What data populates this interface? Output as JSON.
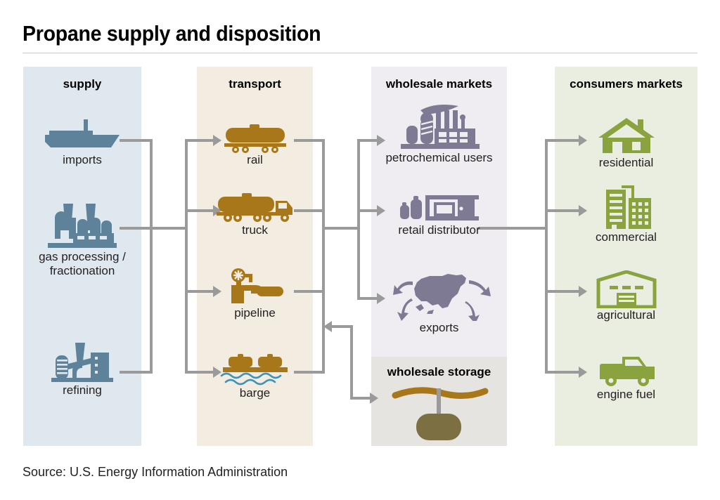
{
  "header": {
    "title": "Propane supply and disposition"
  },
  "footer": {
    "source": "Source: U.S. Energy Information Administration"
  },
  "colors": {
    "supply_panel": "#dfe8ef",
    "transport_panel": "#f2ede0",
    "wholesale_panel": "#efedf1",
    "consumer_panel": "#eaeee1",
    "storage_panel": "#e6e4e1",
    "supply_icon": "#5d8299",
    "transport_icon": "#a8771a",
    "wholesale_icon": "#7e7a93",
    "consumer_icon": "#8aa33f",
    "connector": "#9a9a9a",
    "water": "#3f93b5",
    "cavern": "#7c7042"
  },
  "columns": {
    "supply": {
      "header": "supply",
      "nodes": [
        {
          "label": "imports",
          "icon": "ship-icon"
        },
        {
          "label": "gas processing / fractionation",
          "icon": "gas-plant-icon"
        },
        {
          "label": "refining",
          "icon": "refinery-icon"
        }
      ]
    },
    "transport": {
      "header": "transport",
      "nodes": [
        {
          "label": "rail",
          "icon": "rail-tank-car-icon"
        },
        {
          "label": "truck",
          "icon": "tanker-truck-icon"
        },
        {
          "label": "pipeline",
          "icon": "pipeline-valve-icon"
        },
        {
          "label": "barge",
          "icon": "barge-icon"
        }
      ]
    },
    "wholesale": {
      "header": "wholesale markets",
      "nodes": [
        {
          "label": "petrochemical users",
          "icon": "petrochemical-plant-icon"
        },
        {
          "label": "retail distributor",
          "icon": "storefront-icon"
        },
        {
          "label": "exports",
          "icon": "us-map-exports-icon"
        }
      ]
    },
    "storage": {
      "header": "wholesale storage",
      "nodes": [
        {
          "label": "",
          "icon": "underground-cavern-icon"
        }
      ]
    },
    "consumer": {
      "header": "consumers markets",
      "nodes": [
        {
          "label": "residential",
          "icon": "house-icon"
        },
        {
          "label": "commercial",
          "icon": "office-buildings-icon"
        },
        {
          "label": "agricultural",
          "icon": "barn-icon"
        },
        {
          "label": "engine fuel",
          "icon": "pickup-truck-icon"
        }
      ]
    }
  },
  "flows": [
    {
      "from": "supply",
      "to": "transport"
    },
    {
      "from": "transport",
      "to": "wholesale"
    },
    {
      "from": "transport",
      "to": "wholesale storage"
    },
    {
      "from": "wholesale storage",
      "to": "transport"
    },
    {
      "from": "retail distributor",
      "to": "consumers markets"
    }
  ]
}
